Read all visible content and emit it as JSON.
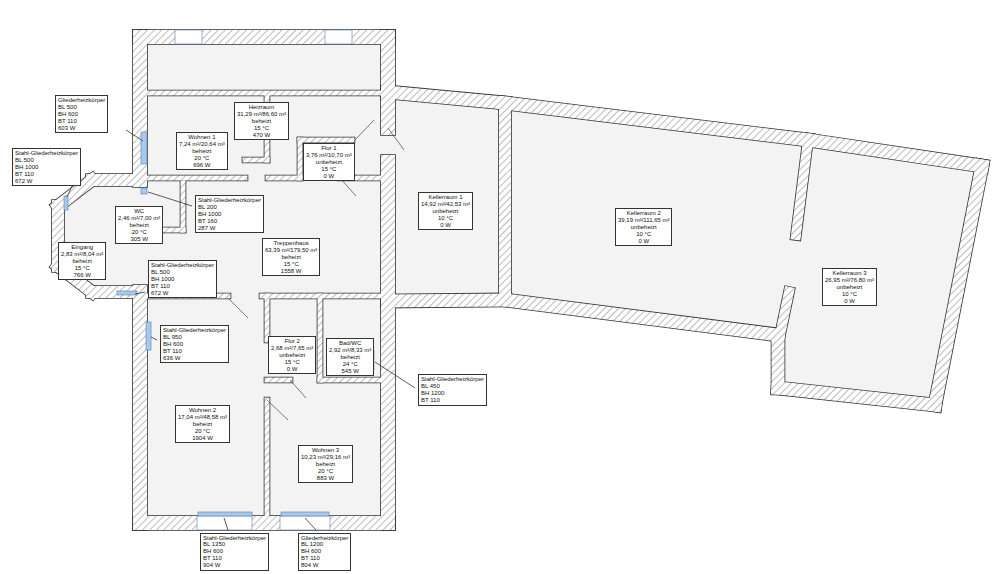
{
  "diagram": {
    "nodes": [
      {
        "text": [
          "Gliederheizkörper",
          "BL 500",
          "BH 600",
          "BT 110",
          "603 W"
        ]
      },
      {
        "text": [
          "Heizraum",
          "31,29 m²/86,60 m³",
          "beheizt",
          "15 °C",
          "470 W"
        ]
      },
      {
        "text": [
          "Wohnen 1",
          "7,24 m²/20,64 m³",
          "beheizt",
          "20 °C",
          "696 W"
        ]
      },
      {
        "text": [
          "Flur 1",
          "3,76 m²/10,70 m³",
          "unbeheizt",
          "15 °C",
          "0 W"
        ]
      },
      {
        "text": [
          "Stahl-Gliederheizkörper",
          "BL 500",
          "BH 1000",
          "BT 110",
          "672 W"
        ]
      },
      {
        "text": [
          "Kellerraum 1",
          "14,92 m²/42,53 m³",
          "unbeheizt",
          "10 °C",
          "0 W"
        ]
      },
      {
        "text": [
          "Stahl-Gliederheizkörper",
          "BL 200",
          "BH 1000",
          "BT 160",
          "287 W"
        ]
      },
      {
        "text": [
          "WC",
          "2,46 m²/7,00 m³",
          "beheizt",
          "20 °C",
          "305 W"
        ]
      },
      {
        "text": [
          "Kellerraum 2",
          "39,19 m²/111,65 m³",
          "unbeheizt",
          "10 °C",
          "0 W"
        ]
      },
      {
        "text": [
          "Eingang",
          "2,83 m²/8,04 m³",
          "beheizt",
          "15 °C",
          "766 W"
        ]
      },
      {
        "text": [
          "Treppenhaus",
          "63,39 m²/179,50 m³",
          "beheizt",
          "15 °C",
          "1558 W"
        ]
      },
      {
        "text": [
          "Stahl-Gliederheizkörper",
          "BL 500",
          "BH 1000",
          "BT 110",
          "672 W"
        ]
      },
      {
        "text": [
          "Kellerraum 3",
          "26,95 m²/76,80 m³",
          "unbeheizt",
          "10 °C",
          "0 W"
        ]
      },
      {
        "text": [
          "Stahl-Gliederheizkörper",
          "BL 950",
          "BH 600",
          "BT 110",
          "636 W"
        ]
      },
      {
        "text": [
          "Flur 2",
          "2,68 m²/7,65 m³",
          "unbeheizt",
          "15 °C",
          "0 W"
        ]
      },
      {
        "text": [
          "Bad/WC",
          "2,92 m²/8,33 m³",
          "beheizt",
          "24 °C",
          "545 W"
        ]
      },
      {
        "text": [
          "Stahl-Gliederheizkörper",
          "BL 450",
          "BH 1200",
          "BT 110"
        ]
      },
      {
        "text": [
          "Wohnen 2",
          "17,04 m²/48,58 m³",
          "beheizt",
          "20 °C",
          "1904 W"
        ]
      },
      {
        "text": [
          "Wohnen 3",
          "10,23 m²/29,16 m³",
          "beheizt",
          "20 °C",
          "883 W"
        ]
      },
      {
        "text": [
          "Stahl-Gliederheizkörper",
          "BL 1350",
          "BH 600",
          "BT 110",
          "904 W"
        ]
      },
      {
        "text": [
          "Gliederheizkörper",
          "BL 1200",
          "BH 600",
          "BT 110",
          "804 W"
        ]
      }
    ]
  }
}
